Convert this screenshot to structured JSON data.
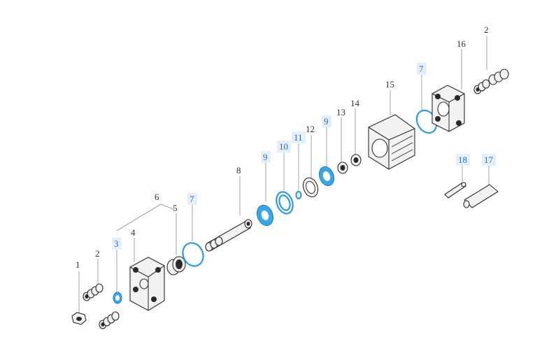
{
  "parts": [
    {
      "id": "1",
      "label": "1",
      "highlight": false
    },
    {
      "id": "2a",
      "label": "2",
      "highlight": false
    },
    {
      "id": "3",
      "label": "3",
      "highlight": true
    },
    {
      "id": "4",
      "label": "4",
      "highlight": false
    },
    {
      "id": "5",
      "label": "5",
      "highlight": false
    },
    {
      "id": "6",
      "label": "6",
      "highlight": false
    },
    {
      "id": "7a",
      "label": "7",
      "highlight": true
    },
    {
      "id": "8",
      "label": "8",
      "highlight": false
    },
    {
      "id": "9a",
      "label": "9",
      "highlight": true
    },
    {
      "id": "10",
      "label": "10",
      "highlight": true
    },
    {
      "id": "11",
      "label": "11",
      "highlight": true
    },
    {
      "id": "12",
      "label": "12",
      "highlight": false
    },
    {
      "id": "9b",
      "label": "9",
      "highlight": true
    },
    {
      "id": "13",
      "label": "13",
      "highlight": false
    },
    {
      "id": "14",
      "label": "14",
      "highlight": false
    },
    {
      "id": "15",
      "label": "15",
      "highlight": false
    },
    {
      "id": "7b",
      "label": "7",
      "highlight": true
    },
    {
      "id": "16",
      "label": "16",
      "highlight": false
    },
    {
      "id": "2b",
      "label": "2",
      "highlight": false
    },
    {
      "id": "18",
      "label": "18",
      "highlight": true
    },
    {
      "id": "17",
      "label": "17",
      "highlight": true
    }
  ],
  "colors": {
    "seal_highlight": "#2d9be0",
    "label_highlight_text": "#1f6fc0",
    "label_highlight_box": "#e6eef8",
    "line_art": "#2a2a2a"
  }
}
